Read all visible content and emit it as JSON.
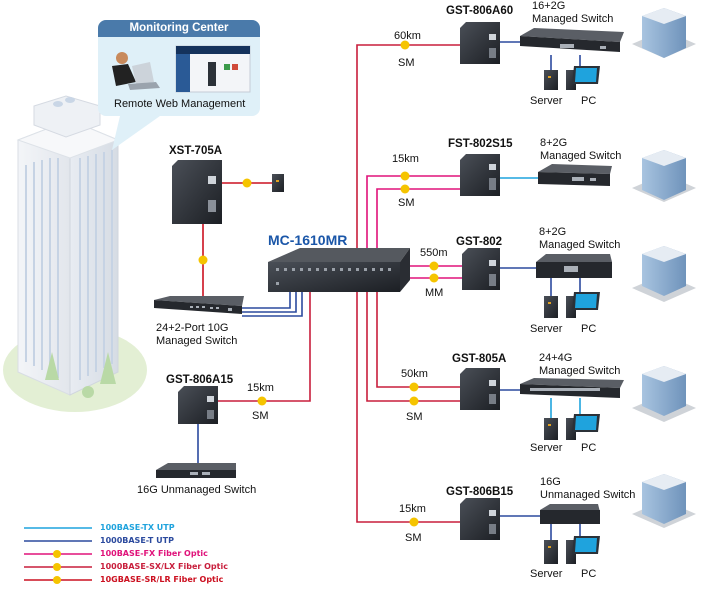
{
  "monitoring": {
    "title": "Monitoring Center",
    "caption": "Remote Web Management"
  },
  "core": {
    "model": "MC-1610MR"
  },
  "left_side": {
    "xst": {
      "model": "XST-705A"
    },
    "switch_10g": {
      "line1": "24+2-Port 10G",
      "line2": "Managed Switch"
    },
    "gst_a15": {
      "model": "GST-806A15",
      "distance": "15km",
      "mode": "SM"
    },
    "unmanaged": {
      "label": "16G Unmanaged Switch"
    }
  },
  "branches": [
    {
      "converter": "GST-806A60",
      "distance": "60km",
      "mode": "SM",
      "switch_line1": "16+2G",
      "switch_line2": "Managed Switch",
      "server": "Server",
      "pc": "PC"
    },
    {
      "converter": "FST-802S15",
      "distance": "15km",
      "mode": "SM",
      "switch_line1": "8+2G",
      "switch_line2": "Managed Switch"
    },
    {
      "converter": "GST-802",
      "distance": "550m",
      "mode": "MM",
      "switch_line1": "8+2G",
      "switch_line2": "Managed Switch",
      "server": "Server",
      "pc": "PC"
    },
    {
      "converter": "GST-805A",
      "distance": "50km",
      "mode": "SM",
      "switch_line1": "24+4G",
      "switch_line2": "Managed Switch",
      "server": "Server",
      "pc": "PC"
    },
    {
      "converter": "GST-806B15",
      "distance": "15km",
      "mode": "SM",
      "switch_line1": "16G",
      "switch_line2": "Unmanaged Switch",
      "server": "Server",
      "pc": "PC"
    }
  ],
  "legend": [
    {
      "label": "100BASE-TX UTP",
      "color": "#1fa3dd",
      "badge": ""
    },
    {
      "label": "1000BASE-T UTP",
      "color": "#2b4a9e",
      "badge": ""
    },
    {
      "label": "100BASE-FX Fiber Optic",
      "color": "#e0127a",
      "badge": "100"
    },
    {
      "label": "1000BASE-SX/LX Fiber Optic",
      "color": "#c81e3c",
      "badge": "1000"
    },
    {
      "label": "10GBASE-SR/LR Fiber Optic",
      "color": "#cc1020",
      "badge": "10G"
    }
  ],
  "colors": {
    "utp_100": "#1fa3dd",
    "utp_1000": "#2b4a9e",
    "fiber_100": "#e0127a",
    "fiber_1000": "#c81e3c",
    "fiber_10g": "#cc1020",
    "badge": "#f5c400",
    "title_blue": "#1a56a8"
  }
}
